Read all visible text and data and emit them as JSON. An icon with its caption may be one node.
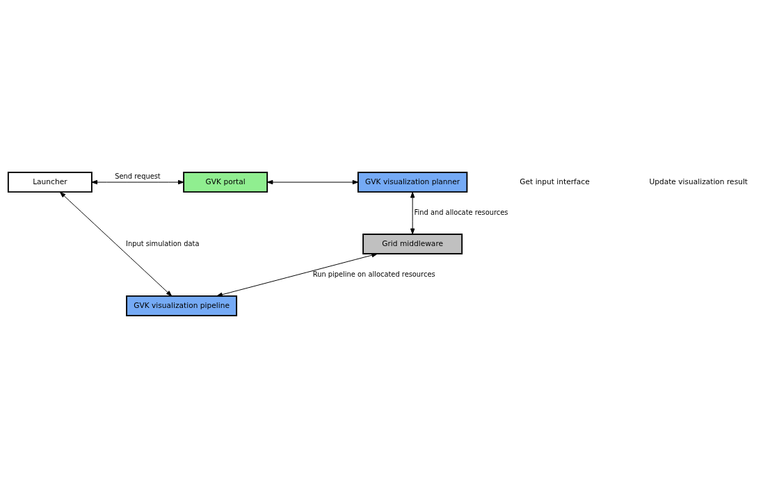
{
  "diagram": {
    "nodes": [
      {
        "text": [
          "Launcher"
        ]
      },
      {
        "text": [
          "GVK portal"
        ]
      },
      {
        "text": [
          "GVK visualization planner"
        ]
      },
      {
        "text": [
          "Grid middleware"
        ]
      },
      {
        "text": [
          "GVK visualization pipeline"
        ]
      }
    ],
    "edges": [
      {
        "from": 0,
        "to": 1,
        "arrow": "both",
        "label": "Send request"
      },
      {
        "from": 1,
        "to": 2,
        "arrow": "both"
      },
      {
        "from": 2,
        "to": 3,
        "arrow": "both",
        "label": "Find and allocate resources"
      },
      {
        "from": 3,
        "to": 4,
        "arrow": "both",
        "label": "Run pipeline on allocated resources"
      },
      {
        "from": 0,
        "to": 4,
        "arrow": "both",
        "label": "Input simulation data"
      }
    ],
    "labels": [
      "Get input interface",
      "Update visualization result"
    ]
  }
}
